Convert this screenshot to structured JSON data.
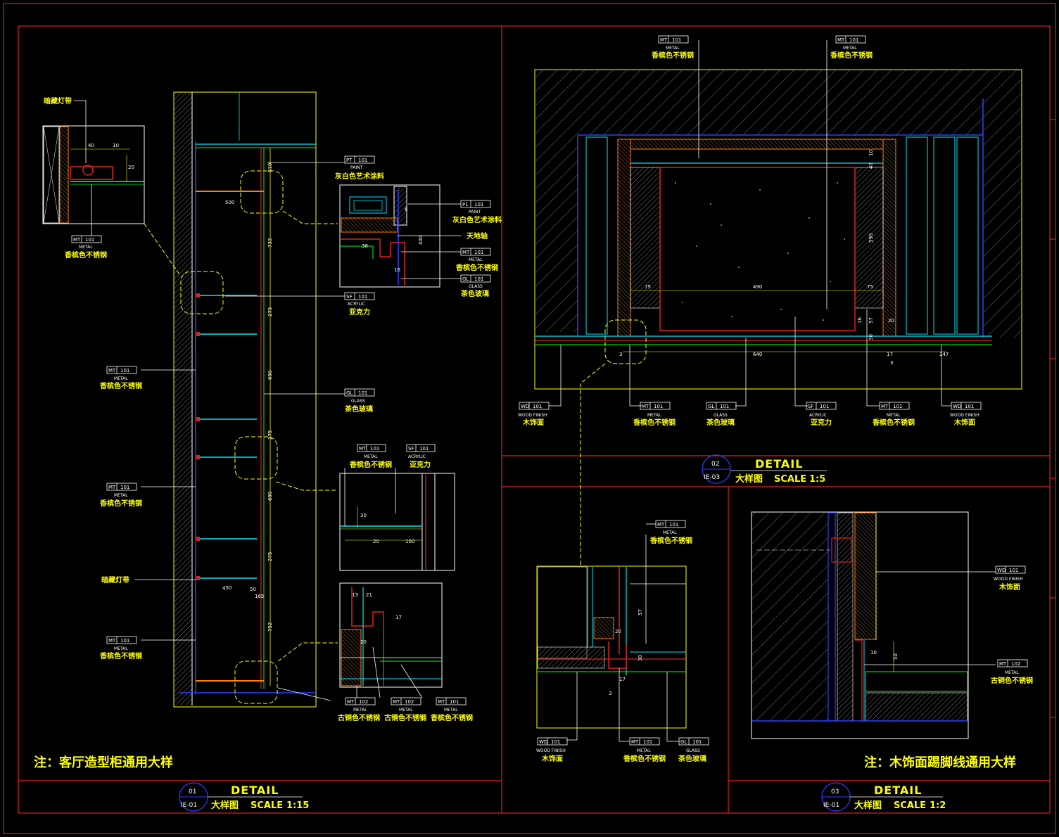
{
  "panel1": {
    "labels": {
      "light_strip_top": "暗藏灯带",
      "paint_code_a": "PT",
      "paint_code_b": "P1",
      "paint_num": "101",
      "paint_type": "PAINT",
      "paint_name": "灰白色艺术涂料",
      "ceiling_track": "天地轴",
      "metal_code": "MT",
      "metal_num": "101",
      "metal_type": "METAL",
      "metal_name": "香槟色不锈钢",
      "glass_code": "GL",
      "glass_num": "101",
      "glass_type": "GLASS",
      "glass_name": "茶色玻璃",
      "acrylic_code": "SF",
      "acrylic_num": "101",
      "acrylic_type": "ACRYLIC",
      "acrylic_name": "亚克力",
      "light_strip_mid": "暗藏灯带",
      "metal_code2": "MT",
      "metal_num2": "102",
      "metal_name2": "古铜色不锈钢"
    },
    "dims": [
      "40",
      "10",
      "20",
      "500",
      "510",
      "733",
      "275",
      "690",
      "275",
      "690",
      "275",
      "752",
      "450",
      "50",
      "165",
      "400",
      "6",
      "38",
      "16",
      "30",
      "20",
      "100",
      "13",
      "21",
      "17"
    ],
    "note": "注：客厅造型柜通用大样",
    "title": "DETAIL",
    "bubble_num": "01",
    "bubble_ref": "IE-01",
    "subtitle": "大样图",
    "scale_label": "SCALE",
    "scale_value": "1:15"
  },
  "panel2": {
    "labels": {
      "metal_code": "MT",
      "metal_num": "101",
      "metal_type": "METAL",
      "metal_name": "香槟色不锈钢",
      "wood_code": "WD",
      "wood_num": "101",
      "wood_type": "WOOD FINISH",
      "wood_name": "木饰面",
      "glass_code": "GL",
      "glass_num": "101",
      "glass_type": "GLASS",
      "glass_name": "茶色玻璃",
      "acrylic_code": "SF",
      "acrylic_num": "101",
      "acrylic_type": "ACRYLIC",
      "acrylic_name": "亚克力"
    },
    "dims": [
      "10",
      "40",
      "590",
      "75",
      "490",
      "75",
      "16",
      "57",
      "30",
      "20",
      "3",
      "640",
      "247",
      "17",
      "3"
    ],
    "title": "DETAIL",
    "bubble_num": "02",
    "bubble_ref": "IE-03",
    "subtitle": "大样图",
    "scale_label": "SCALE",
    "scale_value": "1:5"
  },
  "panel4": {
    "labels": {
      "metal_code": "MT",
      "metal_num": "101",
      "metal_type": "METAL",
      "metal_name": "香槟色不锈钢",
      "wood_code": "WD",
      "wood_num": "101",
      "wood_type": "WOOD FINISH",
      "wood_name": "木饰面",
      "glass_code": "GL",
      "glass_num": "101",
      "glass_type": "GLASS",
      "glass_name": "茶色玻璃"
    },
    "dims": [
      "57",
      "30",
      "3",
      "17",
      "20"
    ]
  },
  "panel3": {
    "labels": {
      "wood_code": "WD",
      "wood_num": "101",
      "wood_type": "WOOD FINISH",
      "wood_name": "木饰面",
      "metal_code": "MT",
      "metal_num": "102",
      "metal_type": "METAL",
      "metal_name": "古铜色不锈钢"
    },
    "dims": [
      "10",
      "50"
    ],
    "note": "注：木饰面踢脚线通用大样",
    "title": "DETAIL",
    "bubble_num": "03",
    "bubble_ref": "IE-01",
    "subtitle": "大样图",
    "scale_label": "SCALE",
    "scale_value": "1:2"
  },
  "colors": {
    "frame": "#e0201e",
    "line": "#ffff00",
    "cyan": "#00e5ff",
    "green": "#00ff00",
    "blue": "#2f3fff",
    "white": "#ffffff",
    "hatch": "#8a8a8a"
  }
}
